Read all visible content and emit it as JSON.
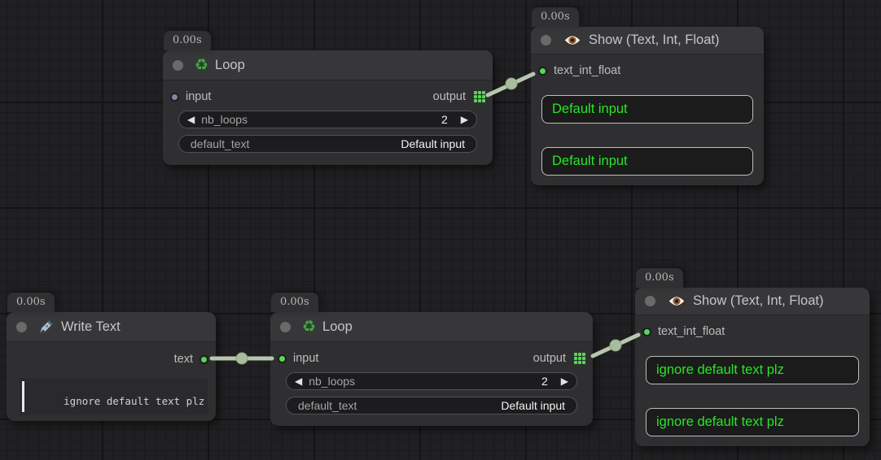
{
  "colors": {
    "canvas_bg": "#202022",
    "node_body": "#2f2f31",
    "node_header": "#37373a",
    "slot_green": "#55d955",
    "slot_muted": "#8585a3",
    "link": "#b7c6ad",
    "show_text_green": "#26e626"
  },
  "glyphs": {
    "stepper_left": "◀",
    "stepper_right": "▶",
    "recycle": "♻"
  },
  "nodes": {
    "loop_top": {
      "badge": "0.00s",
      "icon": "recycle-icon",
      "title": "Loop",
      "input_label": "input",
      "input_connected": false,
      "output_label": "output",
      "widgets": {
        "nb_loops": {
          "label": "nb_loops",
          "value": "2"
        },
        "default_text": {
          "label": "default_text",
          "value": "Default input"
        }
      }
    },
    "show_top": {
      "badge": "0.00s",
      "icon": "eye-icon",
      "title": "Show (Text, Int, Float)",
      "input_label": "text_int_float",
      "input_connected": true,
      "boxes": [
        "Default input",
        "Default input"
      ]
    },
    "write_text": {
      "badge": "0.00s",
      "icon": "pen-icon",
      "title": "Write Text",
      "output_label": "text",
      "output_connected": true,
      "textarea_value": "ignore default text plz"
    },
    "loop_bottom": {
      "badge": "0.00s",
      "icon": "recycle-icon",
      "title": "Loop",
      "input_label": "input",
      "input_connected": true,
      "output_label": "output",
      "widgets": {
        "nb_loops": {
          "label": "nb_loops",
          "value": "2"
        },
        "default_text": {
          "label": "default_text",
          "value": "Default input"
        }
      }
    },
    "show_bottom": {
      "badge": "0.00s",
      "icon": "eye-icon",
      "title": "Show (Text, Int, Float)",
      "input_label": "text_int_float",
      "input_connected": true,
      "boxes": [
        "ignore default text plz",
        "ignore default text plz"
      ]
    }
  }
}
